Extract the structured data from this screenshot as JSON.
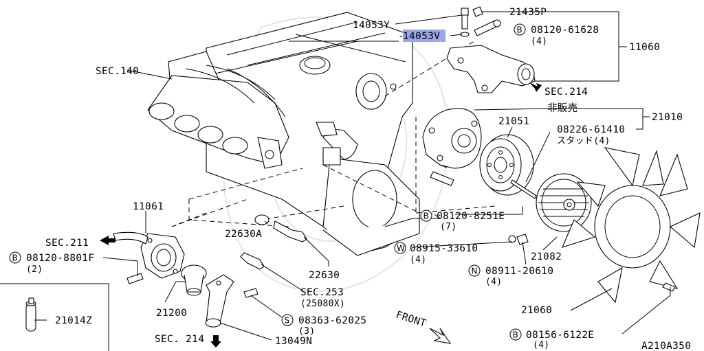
{
  "labels": {
    "p14053y": "14053Y",
    "p14053v": "14053V",
    "p21435p": "21435P",
    "b08120_61628": "08120-61628",
    "b08120_61628_qty": "(4)",
    "p11060": "11060",
    "sec214_top": "SEC.214",
    "sec140": "SEC.140",
    "hibaihin": "非販売",
    "p21010": "21010",
    "p21051": "21051",
    "p08226_61410": "08226-61410",
    "stud": "スタッド(4)",
    "p11061": "11061",
    "sec211": "SEC.211",
    "b08120_8801f": "08120-8801F",
    "b08120_8801f_qty": "(2)",
    "p22630a": "22630A",
    "p22630": "22630",
    "b08120_8251e": "08120-8251E",
    "b08120_8251e_qty": "(7)",
    "w08915_33610": "08915-33610",
    "w08915_33610_qty": "(4)",
    "n08911_20610": "08911-20610",
    "n08911_20610_qty": "(4)",
    "p21082": "21082",
    "sec253": "SEC.253",
    "sec253_sub": "(25080X)",
    "s08363_62025": "08363-62025",
    "s08363_62025_qty": "(3)",
    "p21200": "21200",
    "p21014z": "21014Z",
    "p21060": "21060",
    "b08156_6122e": "08156-6122E",
    "b08156_6122e_qty": "(4)",
    "sec214_bottom": "SEC. 214",
    "p13049n": "13049N",
    "front": "FRONT",
    "diagram_id": "A210A350"
  },
  "callout_letters": {
    "b": "B",
    "w": "W",
    "n": "N",
    "s": "S"
  },
  "highlight_color": "#9aa7e6"
}
